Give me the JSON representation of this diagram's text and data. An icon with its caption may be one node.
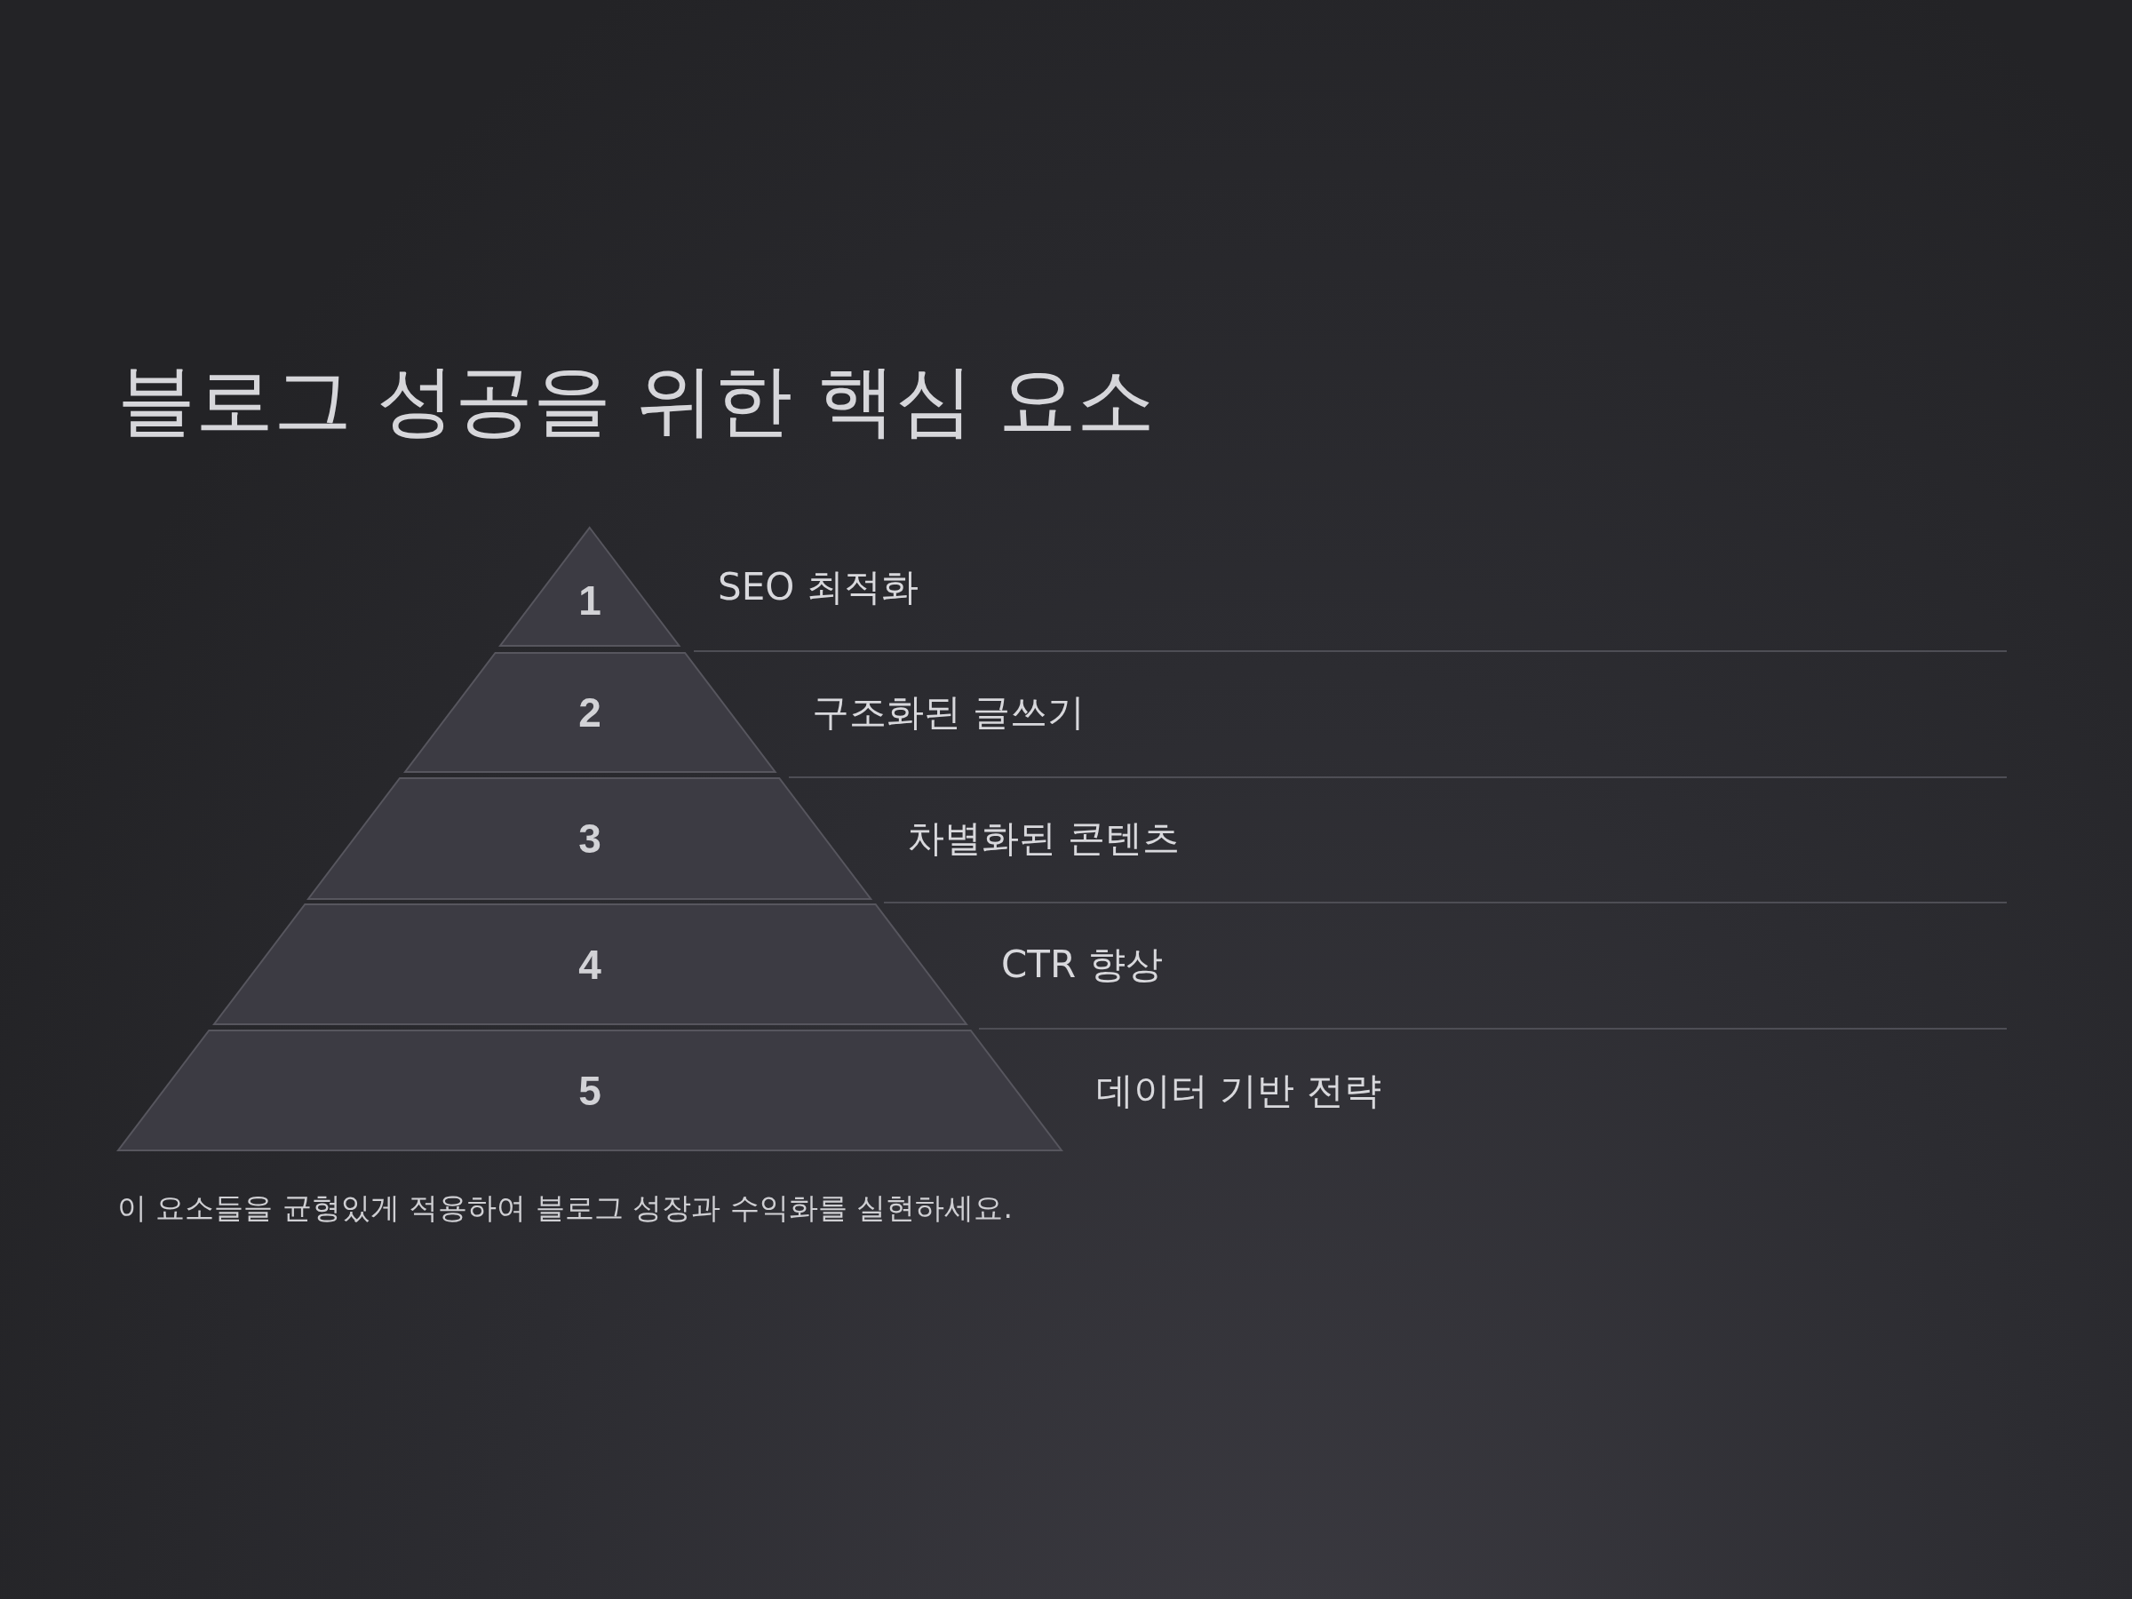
{
  "diagram": {
    "title": "블로그 성공을 위한 핵심 요소",
    "nodes": [
      {
        "text": [
          "1"
        ],
        "beside": [
          "SEO 최적화"
        ]
      },
      {
        "text": [
          "2"
        ],
        "beside": [
          "구조화된 글쓰기"
        ]
      },
      {
        "text": [
          "3"
        ],
        "beside": [
          "차별화된 콘텐츠"
        ]
      },
      {
        "text": [
          "4"
        ],
        "beside": [
          "CTR 향상"
        ]
      },
      {
        "text": [
          "5"
        ],
        "beside": [
          "데이터 기반 전략"
        ]
      }
    ],
    "caption": "이 요소들을 균형있게 적용하여 블로그 성장과 수익화를 실현하세요."
  }
}
